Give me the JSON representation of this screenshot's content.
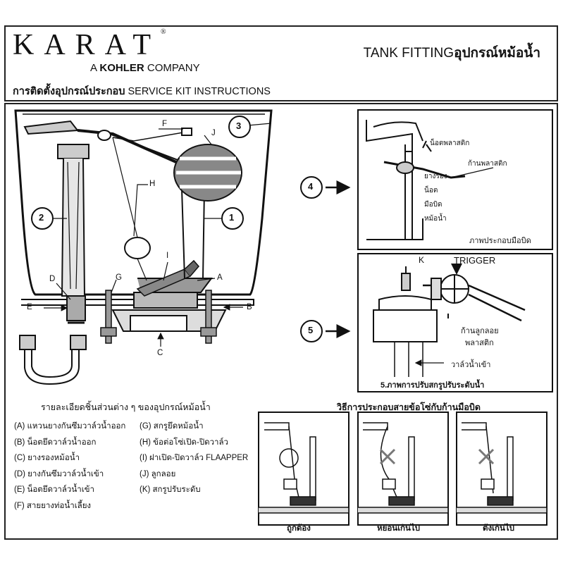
{
  "header": {
    "brand": "KARAT",
    "company_prefix": "A",
    "company_name": "KOHLER",
    "company_suffix": "COMPANY",
    "trademark": "®",
    "title_en": "TANK FITTING",
    "title_th": "อุปกรณ์หม้อน้ำ",
    "instructions_th": "การติดตั้งอุปกรณ์ประกอบ",
    "instructions_en": "SERVICE KIT INSTRUCTIONS"
  },
  "main_diagram": {
    "callouts": [
      "1",
      "2",
      "3"
    ],
    "letters": [
      "A",
      "B",
      "C",
      "D",
      "E",
      "F",
      "G",
      "H",
      "I",
      "J"
    ]
  },
  "detail_4": {
    "number": "4",
    "labels": [
      "น็อตพลาสติก",
      "ก้านพลาสติก",
      "ยางรอง",
      "น็อต",
      "มือบิด",
      "หม้อน้ำ"
    ],
    "caption": "ภาพประกอบมือบิด"
  },
  "detail_5": {
    "number": "5",
    "letter_k": "K",
    "trigger": "TRIGGER",
    "labels": [
      "ก้านลูกลอย",
      "พลาสติก",
      "วาล์วน้ำเข้า"
    ],
    "caption": "5.ภาพการปรับสกรูปรับระดับน้ำ"
  },
  "parts": {
    "title": "รายละเอียดชิ้นส่วนต่าง ๆ ของอุปกรณ์หม้อน้ำ",
    "left": [
      "(A) แหวนยางกันซึมวาล์วน้ำออก",
      "(B) น็อตยึดวาล์วน้ำออก",
      "(C) ยางรองหม้อน้ำ",
      "(D) ยางกันซึมวาล์วน้ำเข้า",
      "(E) น็อตยึดวาล์วน้ำเข้า",
      "(F) สายยางท่อน้ำเลี้ยง"
    ],
    "right": [
      "(G) สกรูยึดหม้อน้ำ",
      "(H) ข้อต่อโซ่เปิด-ปิดวาล์ว",
      "(I) ฝาเปิด-ปิดวาล์ว FLAAPPER",
      "(J) ลูกลอย",
      "(K) สกรูปรับระดับ"
    ]
  },
  "chain_section": {
    "title": "วิธีการประกอบสายข้อโซ่กับก้านมือบิด",
    "captions": [
      "ถูกต้อง",
      "หย่อนเกินไป",
      "ตึงเกินไป"
    ]
  }
}
